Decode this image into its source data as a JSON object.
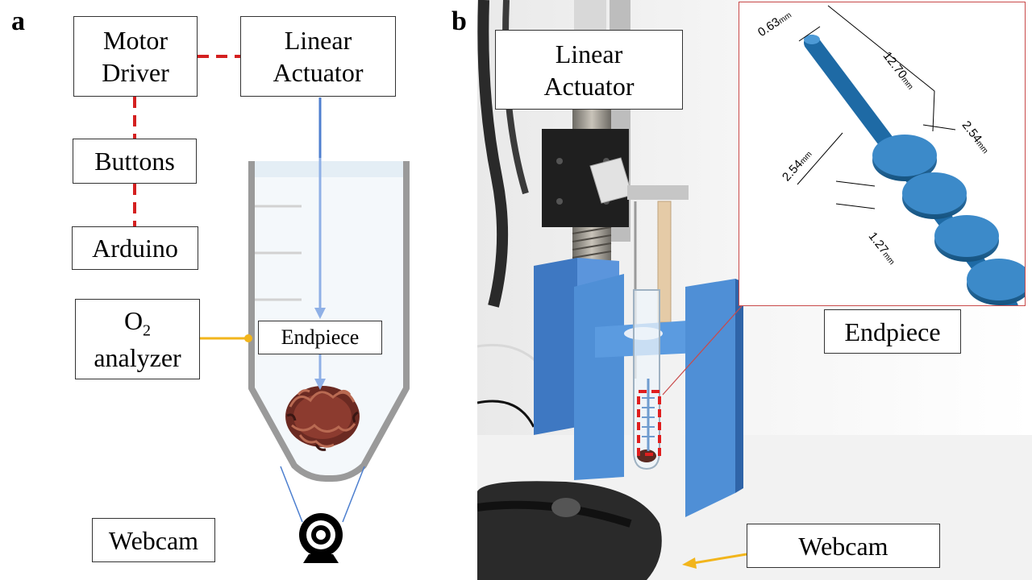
{
  "panel_a": {
    "letter": "a",
    "motor_driver": {
      "line1": "Motor",
      "line2": "Driver"
    },
    "linear_actuator": {
      "line1": "Linear",
      "line2": "Actuator"
    },
    "buttons": "Buttons",
    "arduino": "Arduino",
    "o2_analyzer": {
      "o": "O",
      "sub": "2",
      "line2": "analyzer"
    },
    "endpiece": "Endpiece",
    "webcam": "Webcam"
  },
  "panel_b": {
    "letter": "b",
    "linear_actuator": {
      "line1": "Linear",
      "line2": "Actuator"
    },
    "endpiece": "Endpiece",
    "webcam": "Webcam",
    "dimensions": {
      "pin_diameter": "0.63",
      "pin_length": "12.70",
      "disc_spacing_right": "2.54",
      "disc_spacing_left": "2.54",
      "disc_thickness": "1.27",
      "unit": "mm"
    }
  },
  "colors": {
    "dashed_connection": "#d42020",
    "actuator_arrow": "#4f7fcf",
    "o2_line": "#f2b51c",
    "webcam_arrow": "#f2b51c",
    "printed_part": "#4f8fd6",
    "endpiece_model": "#1e6aa5",
    "inset_border": "#c94a4a"
  },
  "icons": [
    "webcam-icon"
  ]
}
